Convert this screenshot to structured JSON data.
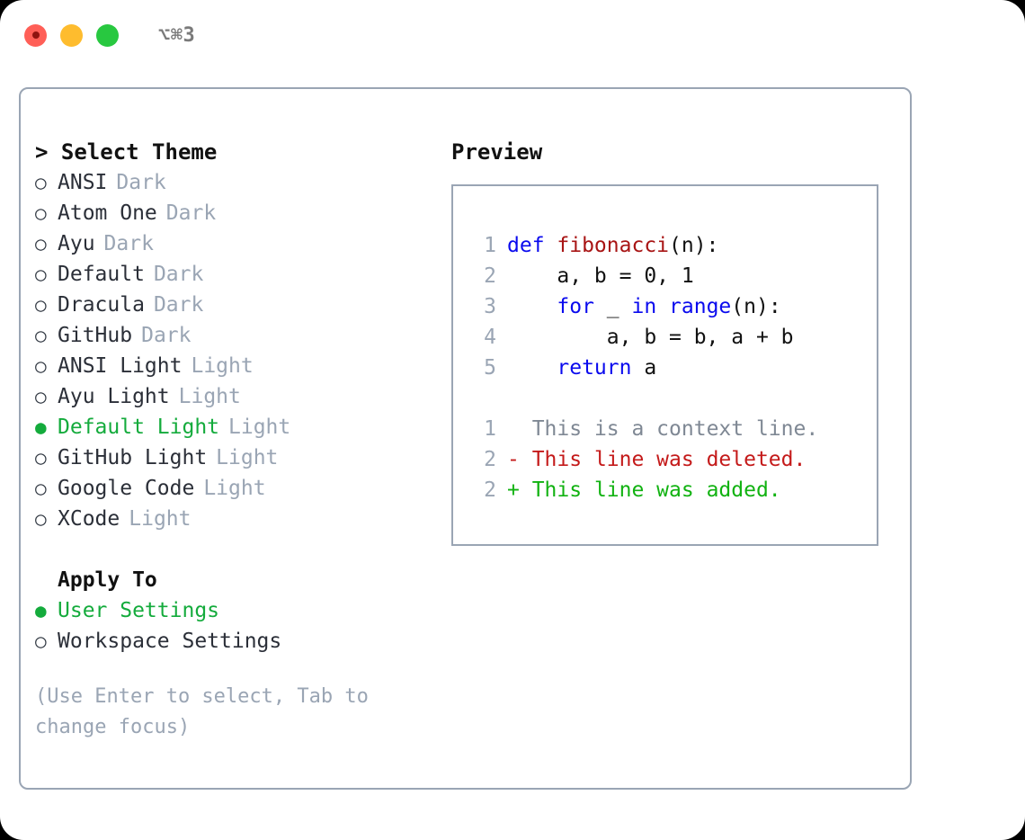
{
  "titlebar": {
    "shortcut": "⌥⌘3",
    "buttons": [
      {
        "name": "close",
        "color": "#ff5f57"
      },
      {
        "name": "minimize",
        "color": "#febc2e"
      },
      {
        "name": "zoom",
        "color": "#28c840"
      }
    ]
  },
  "theme_section": {
    "heading": "> Select Theme",
    "selected": "Default Light",
    "items": [
      {
        "bullet": "○",
        "label": "ANSI",
        "tag": "Dark",
        "selected": false
      },
      {
        "bullet": "○",
        "label": "Atom One",
        "tag": "Dark",
        "selected": false
      },
      {
        "bullet": "○",
        "label": "Ayu",
        "tag": "Dark",
        "selected": false
      },
      {
        "bullet": "○",
        "label": "Default",
        "tag": "Dark",
        "selected": false
      },
      {
        "bullet": "○",
        "label": "Dracula",
        "tag": "Dark",
        "selected": false
      },
      {
        "bullet": "○",
        "label": "GitHub",
        "tag": "Dark",
        "selected": false
      },
      {
        "bullet": "○",
        "label": "ANSI Light",
        "tag": "Light",
        "selected": false
      },
      {
        "bullet": "○",
        "label": "Ayu Light",
        "tag": "Light",
        "selected": false
      },
      {
        "bullet": "●",
        "label": "Default Light",
        "tag": "Light",
        "selected": true
      },
      {
        "bullet": "○",
        "label": "GitHub Light",
        "tag": "Light",
        "selected": false
      },
      {
        "bullet": "○",
        "label": "Google Code",
        "tag": "Light",
        "selected": false
      },
      {
        "bullet": "○",
        "label": "XCode",
        "tag": "Light",
        "selected": false
      }
    ]
  },
  "apply_section": {
    "heading": "Apply To",
    "selected": "User Settings",
    "items": [
      {
        "bullet": "●",
        "label": "User Settings",
        "selected": true
      },
      {
        "bullet": "○",
        "label": "Workspace Settings",
        "selected": false
      }
    ]
  },
  "hint": "(Use Enter to select, Tab to change focus)",
  "preview": {
    "heading": "Preview",
    "code_lines": [
      {
        "no": "1",
        "tokens": [
          {
            "t": "def ",
            "c": "kw"
          },
          {
            "t": "fibonacci",
            "c": "fn"
          },
          {
            "t": "(n):",
            "c": "plain"
          }
        ]
      },
      {
        "no": "2",
        "tokens": [
          {
            "t": "    a, b = 0, 1",
            "c": "plain"
          }
        ]
      },
      {
        "no": "3",
        "tokens": [
          {
            "t": "    ",
            "c": "plain"
          },
          {
            "t": "for",
            "c": "kw"
          },
          {
            "t": " _ ",
            "c": "plain"
          },
          {
            "t": "in",
            "c": "kw"
          },
          {
            "t": " ",
            "c": "plain"
          },
          {
            "t": "range",
            "c": "kw"
          },
          {
            "t": "(n):",
            "c": "plain"
          }
        ]
      },
      {
        "no": "4",
        "tokens": [
          {
            "t": "        a, b = b, a + b",
            "c": "plain"
          }
        ]
      },
      {
        "no": "5",
        "tokens": [
          {
            "t": "    ",
            "c": "plain"
          },
          {
            "t": "return",
            "c": "kw"
          },
          {
            "t": " a",
            "c": "plain"
          }
        ]
      }
    ],
    "diff_lines": [
      {
        "no": "1",
        "marker": "  ",
        "text": "This is a context line.",
        "kind": "ctx"
      },
      {
        "no": "2",
        "marker": "- ",
        "text": "This line was deleted.",
        "kind": "del"
      },
      {
        "no": "2",
        "marker": "+ ",
        "text": "This line was added.",
        "kind": "add"
      }
    ]
  }
}
